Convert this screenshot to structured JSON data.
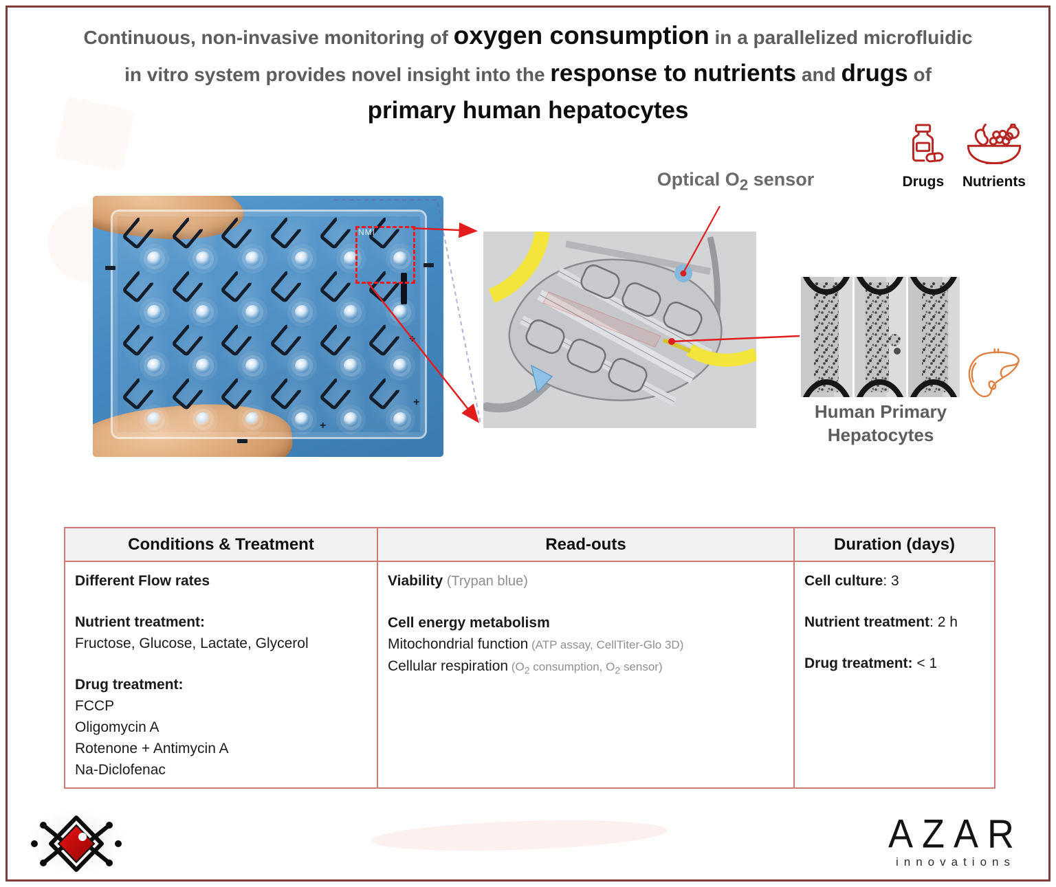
{
  "title": {
    "seg1": "Continuous, non-invasive monitoring of ",
    "seg2": "oxygen consumption",
    "seg3": " in a parallelized microfluidic",
    "seg4": "in vitro system provides novel insight into the ",
    "seg5": "response to nutrients",
    "seg6": " and ",
    "seg7": "drugs",
    "seg8": " of",
    "seg9": "primary human hepatocytes"
  },
  "legend": {
    "drugs_label": "Drugs",
    "nutrients_label": "Nutrients",
    "drugs_icon": "pill-bottle-icon",
    "nutrients_icon": "fruit-bowl-icon"
  },
  "figure": {
    "sensor_label": {
      "pre": "Optical O",
      "sub": "2",
      "post": " sensor"
    },
    "plate_marking": "NMI",
    "plate": {
      "rows": 4,
      "cols": 6
    },
    "hepatocytes_caption_line1": "Human Primary",
    "hepatocytes_caption_line2": "Hepatocytes",
    "liver_icon": "liver-icon"
  },
  "table": {
    "headers": [
      "Conditions & Treatment",
      "Read-outs",
      "Duration (days)"
    ],
    "conditions": {
      "flow": "Different Flow rates",
      "nutrient_title": "Nutrient treatment:",
      "nutrient_items": "Fructose, Glucose, Lactate, Glycerol",
      "drug_title": "Drug treatment:",
      "drug_items": [
        "FCCP",
        "Oligomycin A",
        "Rotenone + Antimycin A",
        "Na-Diclofenac"
      ]
    },
    "readouts": {
      "viability": "Viability",
      "viability_note": " (Trypan blue)",
      "metabolism_title": "Cell energy metabolism",
      "mito": "Mitochondrial function",
      "mito_note": " (ATP assay, CellTiter-Glo 3D)",
      "resp": "Cellular respiration",
      "resp_note": {
        "p1": " (O",
        "s1": "2",
        "p2": " consumption, O",
        "s2": "2",
        "p3": " sensor)"
      }
    },
    "duration": {
      "cell_culture": "Cell culture",
      "cell_culture_val": ": 3",
      "nutrient": "Nutrient treatment",
      "nutrient_val": ": 2 h",
      "drug": "Drug treatment:",
      "drug_val": " < 1"
    }
  },
  "footer": {
    "brand": "AZAR",
    "brand_sub": "innovations"
  },
  "colors": {
    "page_border": "#7f3d3a",
    "table_border": "#cf7b74",
    "accent_red": "#b8241f",
    "arrow_red": "#e21d1d",
    "title_gray": "#5c5c5c",
    "liver_orange": "#dd8040",
    "plate_blue": "#4489c2",
    "channel_yellow": "#f2e43a",
    "sensor_blue": "#85b8dc"
  }
}
